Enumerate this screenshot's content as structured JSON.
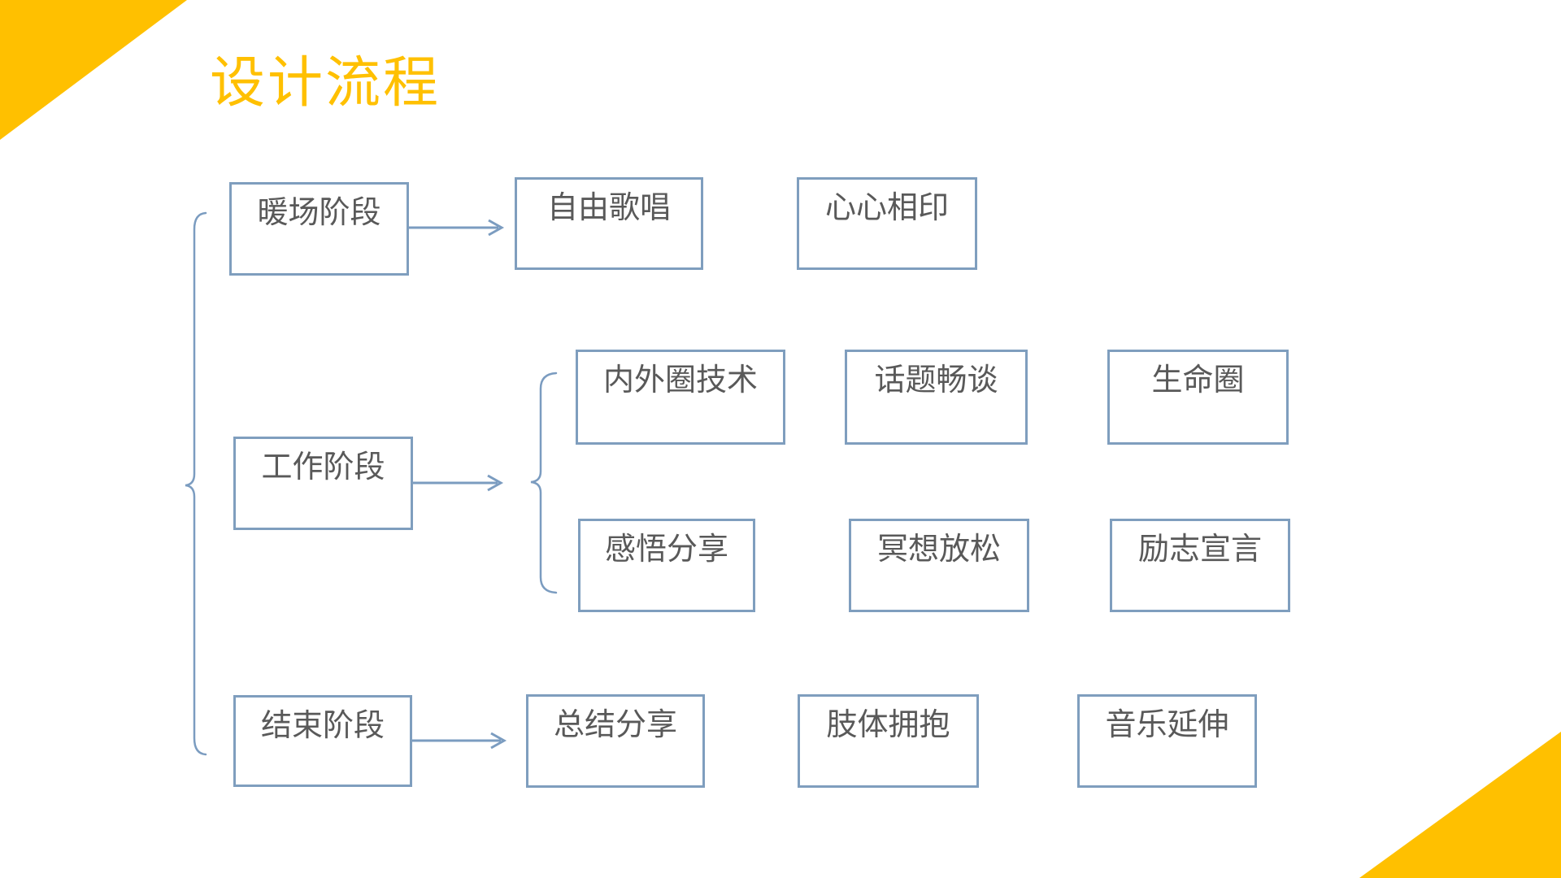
{
  "slide": {
    "title": "设计流程",
    "colors": {
      "accent_gold": "#FFC000",
      "box_border": "#7F9EBE",
      "connector_blue": "#7B9CC0",
      "box_text": "#595959",
      "background": "#FFFFFF"
    }
  },
  "diagram": {
    "stages": [
      {
        "label": "暖场阶段",
        "activities": [
          "自由歌唱",
          "心心相印"
        ]
      },
      {
        "label": "工作阶段",
        "activities": [
          "内外圈技术",
          "话题畅谈",
          "生命圈",
          "感悟分享",
          "冥想放松",
          "励志宣言"
        ]
      },
      {
        "label": "结束阶段",
        "activities": [
          "总结分享",
          "肢体拥抱",
          "音乐延伸"
        ]
      }
    ]
  }
}
